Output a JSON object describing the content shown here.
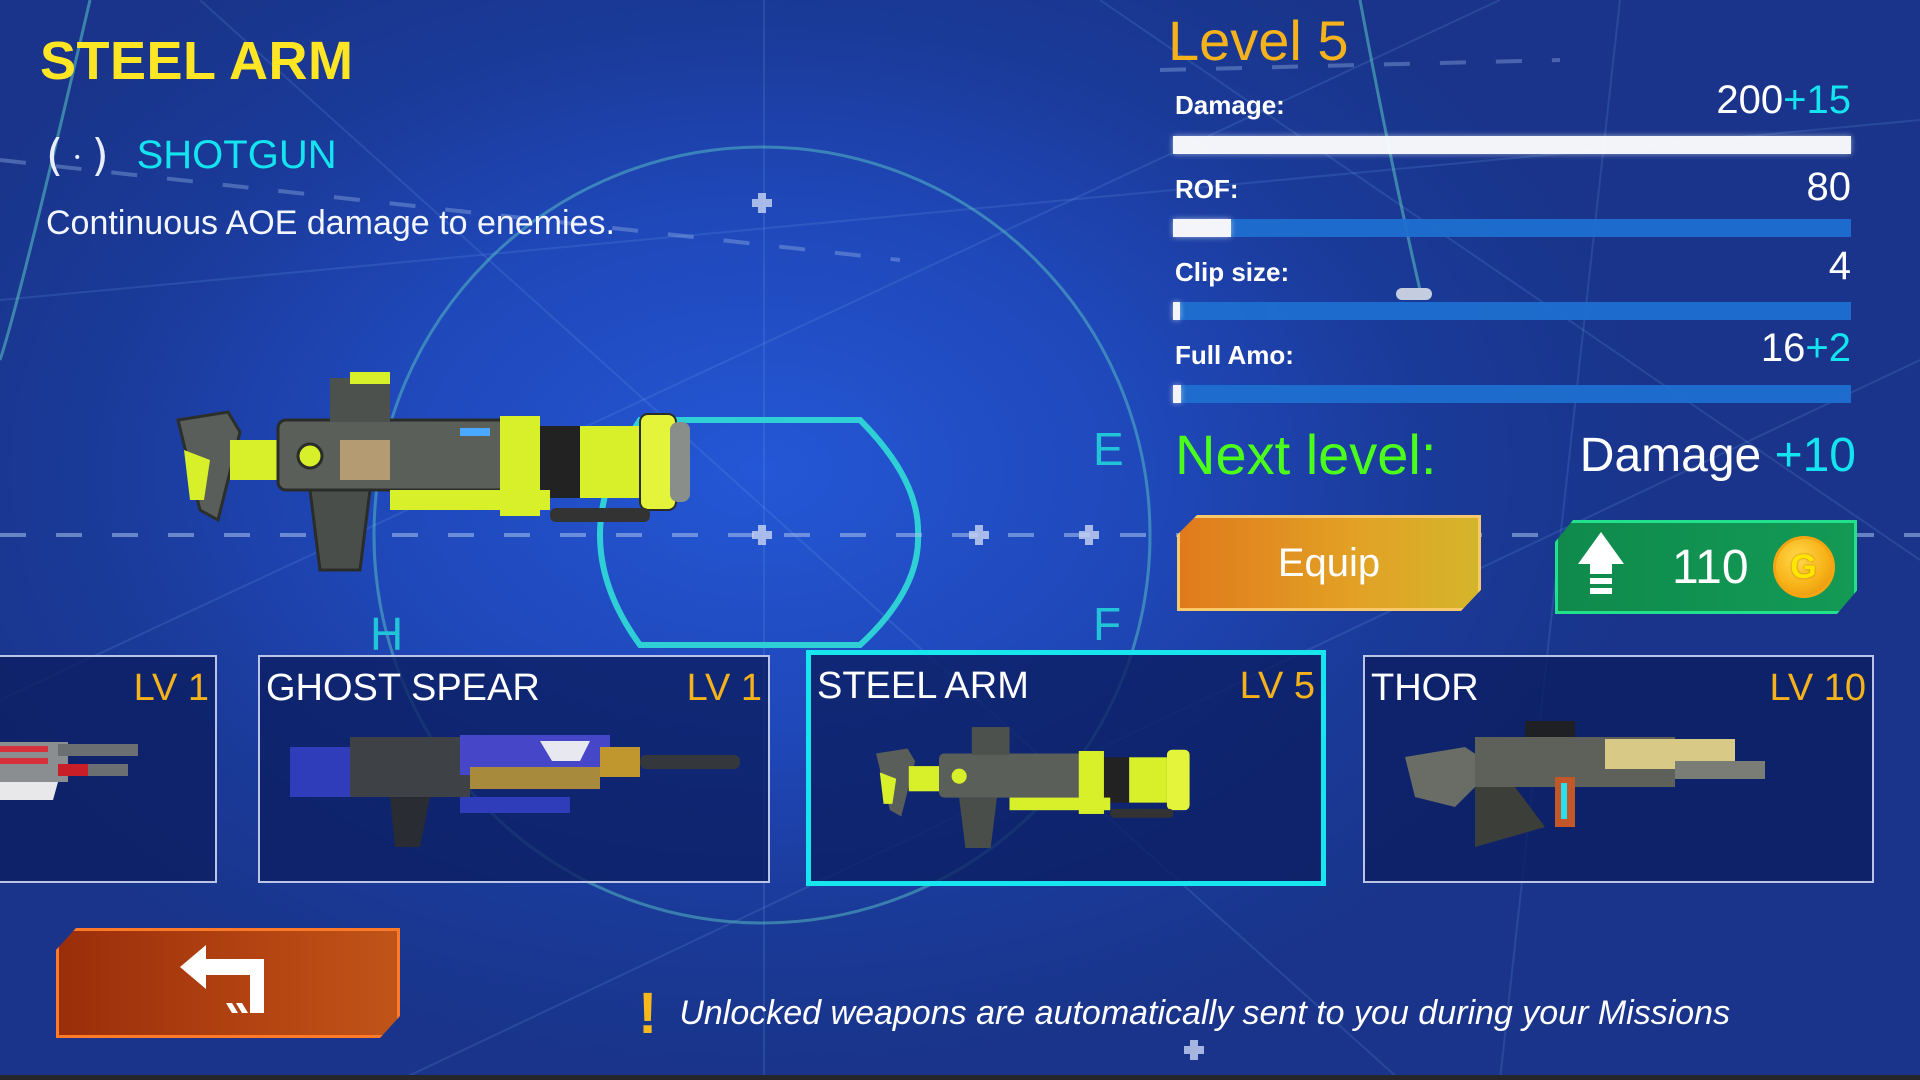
{
  "weapon": {
    "name": "STEEL ARM",
    "type_icon": "shotgun-spread-icon",
    "type": "SHOTGUN",
    "description": "Continuous AOE damage to enemies."
  },
  "stats": {
    "level_label": "Level 5",
    "items": [
      {
        "label": "Damage:",
        "value": "200",
        "bonus": "+15",
        "fill_pct": 100
      },
      {
        "label": "ROF:",
        "value": "80",
        "bonus": "",
        "fill_pct": 8.5
      },
      {
        "label": "Clip size:",
        "value": "4",
        "bonus": "",
        "fill_pct": 1
      },
      {
        "label": "Full Amo:",
        "value": "16",
        "bonus": "+2",
        "fill_pct": 1.2
      }
    ]
  },
  "next_level": {
    "label": "Next level:",
    "stat": "Damage",
    "bonus": "+10"
  },
  "buttons": {
    "equip": "Equip",
    "upgrade_cost": "110",
    "upgrade_icon": "upgrade-arrow-icon",
    "currency_icon": "gold-coin-icon",
    "currency_letter": "G",
    "back_icon": "return-arrow-icon"
  },
  "weapon_list": [
    {
      "name": "",
      "level": "LV 1",
      "selected": false
    },
    {
      "name": "GHOST SPEAR",
      "level": "LV 1",
      "selected": false
    },
    {
      "name": "STEEL ARM",
      "level": "LV 5",
      "selected": true
    },
    {
      "name": "THOR",
      "level": "LV 10",
      "selected": false
    }
  ],
  "notice": {
    "icon": "!",
    "text": "Unlocked weapons are automatically sent to you during your Missions"
  },
  "hud_letters": [
    "E",
    "F",
    "H"
  ],
  "colors": {
    "title": "#ffe625",
    "level": "#f5b21b",
    "accent_cyan": "#14e3f0",
    "next_level": "#4cff1a",
    "equip": "#e2a225",
    "upgrade": "#139a55",
    "back": "#b44412"
  }
}
